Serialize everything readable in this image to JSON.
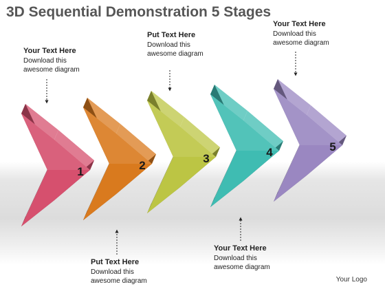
{
  "title": "3D Sequential Demonstration 5 Stages",
  "stages": [
    {
      "number": "1",
      "color": "#d6506e"
    },
    {
      "number": "2",
      "color": "#d97a1e"
    },
    {
      "number": "3",
      "color": "#bcc544"
    },
    {
      "number": "4",
      "color": "#3fbcb2"
    },
    {
      "number": "5",
      "color": "#9a87c1"
    }
  ],
  "callouts": [
    {
      "heading": "Your Text Here",
      "line1": "Download this",
      "line2": "awesome diagram"
    },
    {
      "heading": "Put Text Here",
      "line1": "Download this",
      "line2": "awesome diagram"
    },
    {
      "heading": "Your Text Here",
      "line1": "Download this",
      "line2": "awesome diagram"
    },
    {
      "heading": "Put Text Here",
      "line1": "Download this",
      "line2": "awesome diagram"
    },
    {
      "heading": "Your Text Here",
      "line1": "Download this",
      "line2": "awesome diagram"
    }
  ],
  "logo": "Your Logo"
}
